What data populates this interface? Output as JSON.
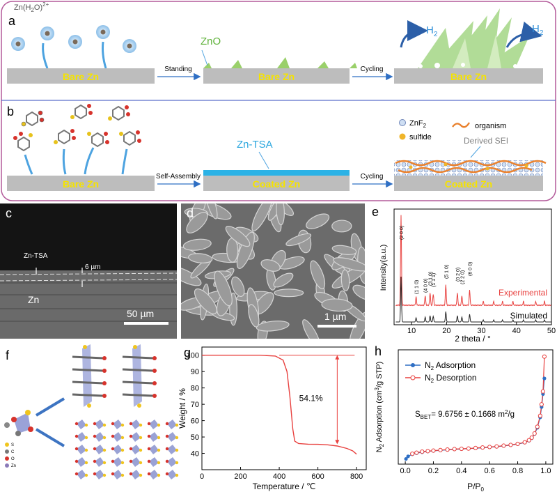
{
  "schematic": {
    "a": {
      "letter": "a",
      "ion_label": "Zn(H2O)2+",
      "substrate1": "Bare Zn",
      "substrate2": "Bare Zn",
      "substrate3": "Bare Zn",
      "zno": "ZnO",
      "arrow1": "Standing",
      "arrow2": "Cycling",
      "h2_left": "H2",
      "h2_right": "H2"
    },
    "b": {
      "letter": "b",
      "substrate1": "Bare Zn",
      "substrate2": "Coated Zn",
      "substrate3": "Coated Zn",
      "coating": "Zn-TSA",
      "arrow1": "Self-Assembly",
      "arrow2": "Cycling",
      "legend_znf2": "ZnF2",
      "legend_sulfide": "sulfide",
      "legend_organism": "organism",
      "sei": "Derived SEI"
    }
  },
  "panel_c": {
    "letter": "c",
    "coating_label": "Zn-TSA",
    "thickness": "6 µm",
    "substrate": "Zn",
    "scale": "50 µm"
  },
  "panel_d": {
    "letter": "d",
    "scale": "1 µm"
  },
  "panel_e": {
    "letter": "e",
    "chart_data": {
      "type": "line",
      "xlabel": "2 theta / °",
      "ylabel": "Intensity(a.u.)",
      "xlim": [
        5,
        50
      ],
      "xticks": [
        "10",
        "20",
        "30",
        "40",
        "50"
      ],
      "series": [
        {
          "name": "Experimental",
          "color": "#e8403e"
        },
        {
          "name": "Simulated",
          "color": "#222222"
        }
      ],
      "peaks": [
        {
          "x": 7.0,
          "label": "(2 0 0)"
        },
        {
          "x": 11.3,
          "label": "(1 1 0)"
        },
        {
          "x": 13.9,
          "label": "(4 0 0)"
        },
        {
          "x": 15.3,
          "label": "(3 1 0)"
        },
        {
          "x": 16.2,
          "label": "(1 1 1)"
        },
        {
          "x": 19.8,
          "label": "(5 1 0)"
        },
        {
          "x": 23.1,
          "label": "(0 2 0)"
        },
        {
          "x": 24.4,
          "label": "(2 2 0)"
        },
        {
          "x": 26.6,
          "label": "(6 0 0)"
        }
      ]
    }
  },
  "panel_f": {
    "letter": "f",
    "legend": [
      "S",
      "C",
      "O",
      "Zn"
    ]
  },
  "panel_g": {
    "letter": "g",
    "chart_data": {
      "type": "line",
      "xlabel": "Temperature / ℃",
      "ylabel": "Weight / %",
      "xlim": [
        0,
        850
      ],
      "ylim": [
        30,
        105
      ],
      "xticks": [
        0,
        200,
        400,
        600,
        800
      ],
      "yticks": [
        40,
        50,
        60,
        70,
        80,
        90,
        100
      ],
      "annotation": "54.1%",
      "series": [
        {
          "name": "",
          "color": "#e8403e",
          "x": [
            0,
            100,
            200,
            300,
            380,
            420,
            440,
            455,
            470,
            480,
            500,
            550,
            600,
            650,
            700,
            750,
            780,
            800
          ],
          "y": [
            100,
            100,
            100,
            100,
            99.5,
            97,
            90,
            75,
            55,
            47.5,
            46,
            45.6,
            45.5,
            45.2,
            44.5,
            43,
            41.5,
            39.5
          ]
        }
      ]
    }
  },
  "panel_h": {
    "letter": "h",
    "chart_data": {
      "type": "line",
      "xlabel": "P/P0",
      "ylabel": "N2 Adsorption (cm3/g STP)",
      "xlim": [
        -0.05,
        1.05
      ],
      "ylim": [
        0,
        22
      ],
      "xticks": [
        "0.0",
        "0.2",
        "0.4",
        "0.6",
        "0.8",
        "1.0"
      ],
      "annotation": "SBET= 9.6756 ± 0.1668 m2/g",
      "series": [
        {
          "name": "N2 Adsorption",
          "color": "#2f6fc4",
          "x": [
            0.005,
            0.02,
            0.05,
            0.08,
            0.12,
            0.16,
            0.2,
            0.25,
            0.3,
            0.35,
            0.4,
            0.45,
            0.5,
            0.55,
            0.6,
            0.65,
            0.7,
            0.75,
            0.8,
            0.85,
            0.88,
            0.9,
            0.92,
            0.94,
            0.96,
            0.97,
            0.98,
            0.99
          ],
          "y": [
            1.0,
            1.5,
            1.9,
            2.1,
            2.3,
            2.45,
            2.55,
            2.65,
            2.75,
            2.85,
            2.9,
            3.0,
            3.05,
            3.15,
            3.25,
            3.35,
            3.5,
            3.65,
            3.85,
            4.15,
            4.5,
            5.0,
            5.8,
            7.0,
            9.0,
            11.0,
            13.5,
            16.5
          ]
        },
        {
          "name": "N2 Desorption",
          "color": "#e8403e",
          "x": [
            0.99,
            0.98,
            0.97,
            0.96,
            0.94,
            0.92,
            0.9,
            0.88,
            0.85,
            0.8,
            0.75,
            0.7,
            0.65,
            0.6,
            0.55,
            0.5,
            0.45,
            0.4,
            0.35,
            0.3,
            0.25,
            0.2,
            0.16,
            0.12,
            0.08,
            0.05
          ],
          "y": [
            20.7,
            14.0,
            11.5,
            9.3,
            7.2,
            5.9,
            5.1,
            4.6,
            4.2,
            3.9,
            3.7,
            3.55,
            3.4,
            3.3,
            3.2,
            3.1,
            3.0,
            2.95,
            2.9,
            2.8,
            2.7,
            2.6,
            2.5,
            2.4,
            2.2,
            2.0
          ]
        }
      ]
    }
  }
}
